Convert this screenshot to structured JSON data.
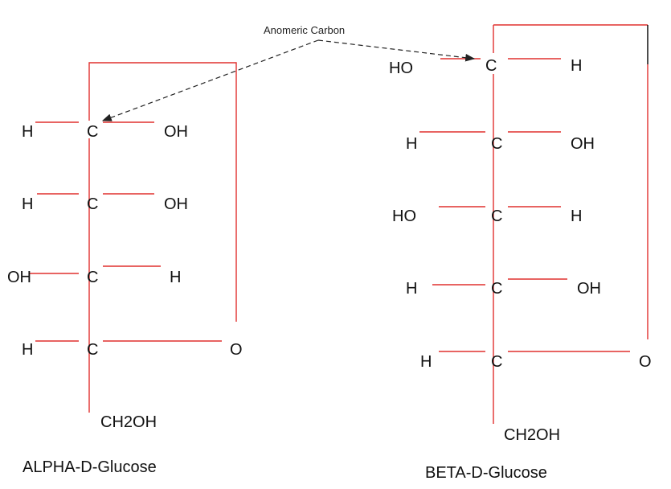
{
  "annotation": {
    "label": "Anomeric Carbon"
  },
  "alpha": {
    "title": "ALPHA-D-Glucose",
    "carbon": "C",
    "rows": [
      {
        "left": "H",
        "right": "OH"
      },
      {
        "left": "H",
        "right": "OH"
      },
      {
        "left": "OH",
        "right": "H"
      },
      {
        "left": "H",
        "right": "O"
      }
    ],
    "tail": "CH2OH"
  },
  "beta": {
    "title": "BETA-D-Glucose",
    "carbon": "C",
    "rows": [
      {
        "left": "HO",
        "right": "H"
      },
      {
        "left": "H",
        "right": "OH"
      },
      {
        "left": "HO",
        "right": "H"
      },
      {
        "left": "H",
        "right": "OH"
      },
      {
        "left": "H",
        "right": "O"
      }
    ],
    "tail": "CH2OH"
  },
  "colors": {
    "bond": "#e0312f",
    "text": "#111111",
    "arrow": "#222222"
  }
}
